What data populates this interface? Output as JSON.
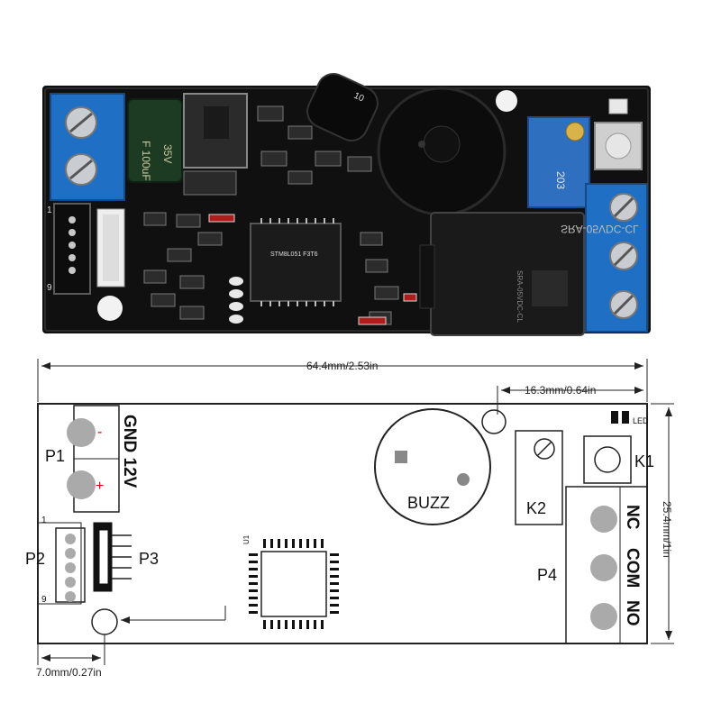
{
  "photo": {
    "capacitor_text": "F 100uF",
    "capacitor_voltage": "35V",
    "pot_text": "203",
    "relay_text": "SRA-05VDC-CL",
    "relay_side": "SRA-05VDC-CL",
    "ic_text": "STM8L051 F3T6",
    "inductor_text": "10",
    "header_1": "1",
    "header_9": "9"
  },
  "diagram": {
    "overall_width": "64.4mm/2.53in",
    "k1_offset": "16.3mm/0.64in",
    "height": "25.4mm/1in",
    "hole_offset": "7.0mm/0.27in",
    "p1": "P1",
    "p2": "P2",
    "p3": "P3",
    "p4": "P4",
    "k1": "K1",
    "k2": "K2",
    "buzz": "BUZZ",
    "led": "LED",
    "gnd_12v": "GND 12V",
    "minus": "-",
    "plus": "+",
    "nc": "NC",
    "com": "COM",
    "no": "NO",
    "pin1": "1",
    "pin9": "9",
    "u1": "U1"
  }
}
